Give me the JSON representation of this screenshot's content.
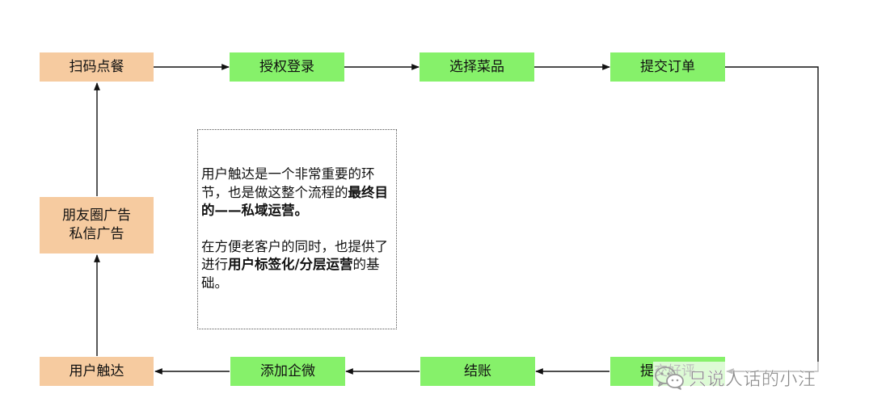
{
  "nodes": {
    "scan_order": "扫码点餐",
    "authorize_login": "授权登录",
    "select_dishes": "选择菜品",
    "submit_order": "提交订单",
    "ad_line1": "朋友圈广告",
    "ad_line2": "私信广告",
    "user_reach": "用户触达",
    "add_wecom": "添加企微",
    "checkout": "结账",
    "submit_review": "提交好评"
  },
  "note": {
    "p1_regular": "用户触达是一个非常重要的环节，也是做这整个流程的",
    "p1_bold": "最终目的——私域运营。",
    "p2_regular": "在方便老客户的同时，也提供了进行",
    "p2_bold": "用户标签化/分层运营",
    "p2_tail": "的基础。"
  },
  "watermark": {
    "text": "只说人话的小汪",
    "logo_icon": "wechat-official-account-icon"
  },
  "colors": {
    "orange_node": "#f6cba0",
    "green_node": "#86f16a",
    "edge": "#111111"
  }
}
